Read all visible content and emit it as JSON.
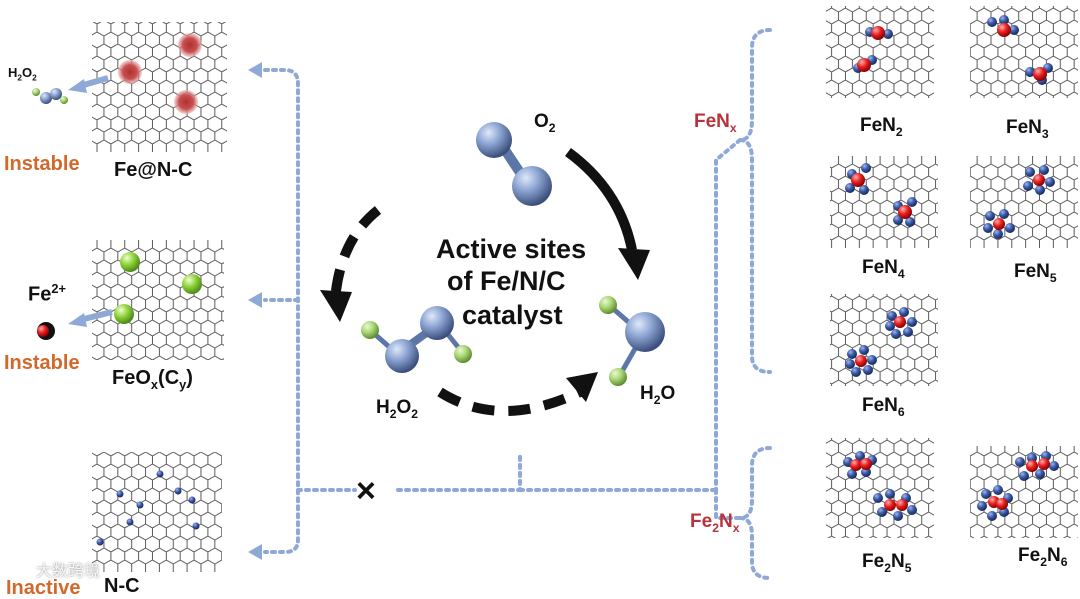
{
  "colors": {
    "dashed_connector": "#8fa9d6",
    "graphene_line": "#555555",
    "iron_red": "#e02020",
    "nitrogen_blue": "#3a5aa6",
    "oxygen_blue": "#8ea6d4",
    "hydrogen_green": "#9ccc6a",
    "feox_green": "#7fc03a",
    "instable_orange": "#d2692a",
    "fenx_red": "#b8323c"
  },
  "left_panel": {
    "h2o2_small": {
      "main": "H",
      "sub1": "2",
      "mid": "O",
      "sub2": "2"
    },
    "instable_1": "Instable",
    "fe_nc": "Fe@N-C",
    "fe2plus": {
      "main": "Fe",
      "sup": "2+"
    },
    "instable_2": "Instable",
    "feox": {
      "a": "FeO",
      "x": "x",
      "b": "(C",
      "y": "y",
      "c": ")"
    },
    "inactive": "Inactive",
    "nc": "N-C"
  },
  "center": {
    "o2": {
      "main": "O",
      "sub": "2"
    },
    "title_line1": "Active sites",
    "title_line2": "of Fe/N/C",
    "title_line3": "catalyst",
    "h2o2": {
      "main": "H",
      "sub1": "2",
      "mid": "O",
      "sub2": "2"
    },
    "h2o": {
      "main": "H",
      "sub": "2",
      "end": "O"
    },
    "cross": "×"
  },
  "right_panel": {
    "fenx": {
      "main": "FeN",
      "sub": "x"
    },
    "fe2nx": {
      "a": "Fe",
      "sub1": "2",
      "b": "N",
      "sub2": "x"
    },
    "fen2": {
      "main": "FeN",
      "sub": "2"
    },
    "fen3": {
      "main": "FeN",
      "sub": "3"
    },
    "fen4": {
      "main": "FeN",
      "sub": "4"
    },
    "fen5": {
      "main": "FeN",
      "sub": "5"
    },
    "fen6": {
      "main": "FeN",
      "sub": "6"
    },
    "fe2n5": {
      "a": "Fe",
      "sub1": "2",
      "b": "N",
      "sub2": "5"
    },
    "fe2n6": {
      "a": "Fe",
      "sub1": "2",
      "b": "N",
      "sub2": "6"
    }
  },
  "watermark": "大数跨境"
}
